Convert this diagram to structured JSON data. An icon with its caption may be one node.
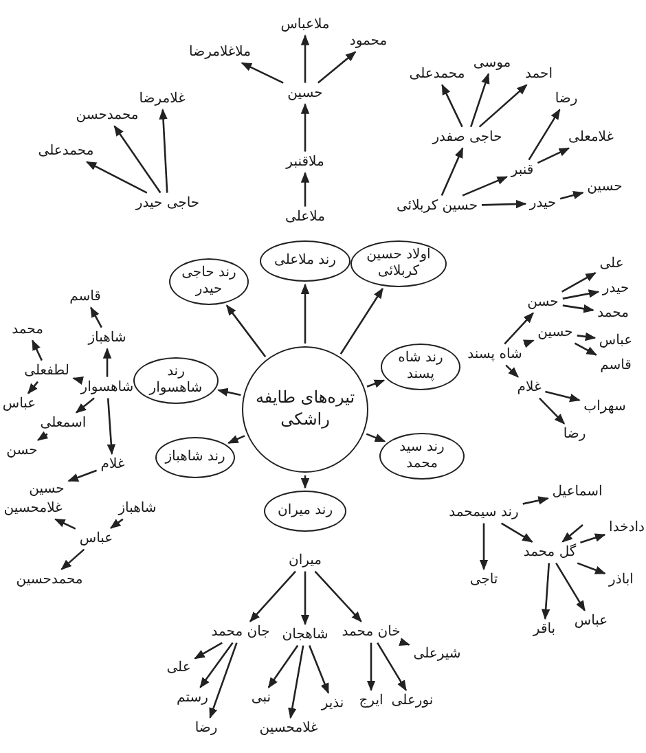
{
  "diagram": {
    "nodes": [
      {
        "text": [
          "تیره‌های طایفه راشکی"
        ]
      },
      {
        "text": [
          "رند حاجی حیدر"
        ]
      },
      {
        "text": [
          "رند ملاعلی"
        ]
      },
      {
        "text": [
          "اولاد حسین کربلائی"
        ]
      },
      {
        "text": [
          "رند شاه پسند"
        ]
      },
      {
        "text": [
          "رند سید محمد"
        ]
      },
      {
        "text": [
          "رند میران"
        ]
      },
      {
        "text": [
          "رند شاهباز"
        ]
      },
      {
        "text": [
          "رند شاهسوار"
        ]
      },
      {
        "text": [
          "ملاعلی"
        ]
      },
      {
        "text": [
          "ملاقنبر"
        ]
      },
      {
        "text": [
          "حسین"
        ]
      },
      {
        "text": [
          "ملاعباس"
        ]
      },
      {
        "text": [
          "ملاغلامرضا"
        ]
      },
      {
        "text": [
          "محمود"
        ]
      },
      {
        "text": [
          "حاجی حیدر"
        ]
      },
      {
        "text": [
          "محمدعلی"
        ]
      },
      {
        "text": [
          "محمدحسن"
        ]
      },
      {
        "text": [
          "غلامرضا"
        ]
      },
      {
        "text": [
          "حسین کربلائی"
        ]
      },
      {
        "text": [
          "حاجی صفدر"
        ]
      },
      {
        "text": [
          "محمدعلی"
        ]
      },
      {
        "text": [
          "موسی"
        ]
      },
      {
        "text": [
          "احمد"
        ]
      },
      {
        "text": [
          "قنبر"
        ]
      },
      {
        "text": [
          "غلامعلی"
        ]
      },
      {
        "text": [
          "رضا"
        ]
      },
      {
        "text": [
          "حیدر"
        ]
      },
      {
        "text": [
          "حسین"
        ]
      },
      {
        "text": [
          "شاه پسند"
        ]
      },
      {
        "text": [
          "حسن"
        ]
      },
      {
        "text": [
          "علی"
        ]
      },
      {
        "text": [
          "حیدر"
        ]
      },
      {
        "text": [
          "محمد"
        ]
      },
      {
        "text": [
          "حسین"
        ]
      },
      {
        "text": [
          "عباس"
        ]
      },
      {
        "text": [
          "قاسم"
        ]
      },
      {
        "text": [
          "غلام"
        ]
      },
      {
        "text": [
          "سهراب"
        ]
      },
      {
        "text": [
          "رضا"
        ]
      },
      {
        "text": [
          "رند سیمحمد"
        ]
      },
      {
        "text": [
          "اسماعیل"
        ]
      },
      {
        "text": [
          "تاجی"
        ]
      },
      {
        "text": [
          "گل محمد"
        ]
      },
      {
        "text": [
          "دادخدا"
        ]
      },
      {
        "text": [
          "اباذر"
        ]
      },
      {
        "text": [
          "باقر"
        ]
      },
      {
        "text": [
          "عباس"
        ]
      },
      {
        "text": [
          "میران"
        ]
      },
      {
        "text": [
          "جان محمد"
        ]
      },
      {
        "text": [
          "شاهجان"
        ]
      },
      {
        "text": [
          "خان محمد"
        ]
      },
      {
        "text": [
          "علی"
        ]
      },
      {
        "text": [
          "رستم"
        ]
      },
      {
        "text": [
          "رضا"
        ]
      },
      {
        "text": [
          "نبی"
        ]
      },
      {
        "text": [
          "غلامحسین"
        ]
      },
      {
        "text": [
          "نذیر"
        ]
      },
      {
        "text": [
          "شیرعلی"
        ]
      },
      {
        "text": [
          "ایرج"
        ]
      },
      {
        "text": [
          "نورعلی"
        ]
      },
      {
        "text": [
          "شاهباز"
        ]
      },
      {
        "text": [
          "عباس"
        ]
      },
      {
        "text": [
          "غلامحسین"
        ]
      },
      {
        "text": [
          "محمدحسین"
        ]
      },
      {
        "text": [
          "شاهسوار"
        ]
      },
      {
        "text": [
          "شاهباز"
        ]
      },
      {
        "text": [
          "قاسم"
        ]
      },
      {
        "text": [
          "لطفعلی"
        ]
      },
      {
        "text": [
          "محمد"
        ]
      },
      {
        "text": [
          "عباس"
        ]
      },
      {
        "text": [
          "اسمعلی"
        ]
      },
      {
        "text": [
          "حسن"
        ]
      },
      {
        "text": [
          "غلام"
        ]
      },
      {
        "text": [
          "حسین"
        ]
      }
    ],
    "edges": [
      {
        "from": 0,
        "to": 1,
        "arrow": "to"
      },
      {
        "from": 0,
        "to": 2,
        "arrow": "to"
      },
      {
        "from": 0,
        "to": 3,
        "arrow": "to"
      },
      {
        "from": 0,
        "to": 4,
        "arrow": "to"
      },
      {
        "from": 0,
        "to": 5,
        "arrow": "to"
      },
      {
        "from": 0,
        "to": 6,
        "arrow": "to"
      },
      {
        "from": 0,
        "to": 7,
        "arrow": "to"
      },
      {
        "from": 0,
        "to": 8,
        "arrow": "to"
      },
      {
        "from": 9,
        "to": 10,
        "arrow": "to"
      },
      {
        "from": 10,
        "to": 11,
        "arrow": "to"
      },
      {
        "from": 11,
        "to": 12,
        "arrow": "to"
      },
      {
        "from": 11,
        "to": 13,
        "arrow": "to"
      },
      {
        "from": 11,
        "to": 14,
        "arrow": "to"
      },
      {
        "from": 15,
        "to": 16,
        "arrow": "to"
      },
      {
        "from": 15,
        "to": 17,
        "arrow": "to"
      },
      {
        "from": 15,
        "to": 18,
        "arrow": "to"
      },
      {
        "from": 19,
        "to": 20,
        "arrow": "to"
      },
      {
        "from": 20,
        "to": 21,
        "arrow": "to"
      },
      {
        "from": 20,
        "to": 22,
        "arrow": "to"
      },
      {
        "from": 20,
        "to": 23,
        "arrow": "to"
      },
      {
        "from": 19,
        "to": 24,
        "arrow": "to"
      },
      {
        "from": 24,
        "to": 25,
        "arrow": "to"
      },
      {
        "from": 24,
        "to": 26,
        "arrow": "to"
      },
      {
        "from": 19,
        "to": 27,
        "arrow": "to"
      },
      {
        "from": 27,
        "to": 28,
        "arrow": "to"
      },
      {
        "from": 29,
        "to": 30,
        "arrow": "to"
      },
      {
        "from": 30,
        "to": 31,
        "arrow": "to"
      },
      {
        "from": 30,
        "to": 32,
        "arrow": "to"
      },
      {
        "from": 30,
        "to": 33,
        "arrow": "to"
      },
      {
        "from": 29,
        "to": 34,
        "arrow": "to"
      },
      {
        "from": 34,
        "to": 35,
        "arrow": "to"
      },
      {
        "from": 34,
        "to": 36,
        "arrow": "to"
      },
      {
        "from": 29,
        "to": 37,
        "arrow": "to"
      },
      {
        "from": 37,
        "to": 38,
        "arrow": "to"
      },
      {
        "from": 37,
        "to": 39,
        "arrow": "to"
      },
      {
        "from": 40,
        "to": 41,
        "arrow": "to"
      },
      {
        "from": 40,
        "to": 42,
        "arrow": "to"
      },
      {
        "from": 40,
        "to": 43,
        "arrow": "to"
      },
      {
        "from": null,
        "to": 43,
        "arrow": "to"
      },
      {
        "from": 43,
        "to": 44,
        "arrow": "to"
      },
      {
        "from": 43,
        "to": 45,
        "arrow": "to"
      },
      {
        "from": 43,
        "to": 46,
        "arrow": "to"
      },
      {
        "from": 43,
        "to": 47,
        "arrow": "to"
      },
      {
        "from": 48,
        "to": 49,
        "arrow": "to"
      },
      {
        "from": 48,
        "to": 50,
        "arrow": "to"
      },
      {
        "from": 48,
        "to": 51,
        "arrow": "to"
      },
      {
        "from": 49,
        "to": 52,
        "arrow": "to"
      },
      {
        "from": 49,
        "to": 53,
        "arrow": "to"
      },
      {
        "from": 49,
        "to": 54,
        "arrow": "to"
      },
      {
        "from": 50,
        "to": 55,
        "arrow": "to"
      },
      {
        "from": 50,
        "to": 56,
        "arrow": "to"
      },
      {
        "from": 50,
        "to": 57,
        "arrow": "to"
      },
      {
        "from": 51,
        "to": 58,
        "arrow": "to"
      },
      {
        "from": 51,
        "to": 59,
        "arrow": "to"
      },
      {
        "from": 51,
        "to": 60,
        "arrow": "to"
      },
      {
        "from": 61,
        "to": 62,
        "arrow": "to"
      },
      {
        "from": 62,
        "to": 63,
        "arrow": "to"
      },
      {
        "from": 62,
        "to": 64,
        "arrow": "to"
      },
      {
        "from": 65,
        "to": 66,
        "arrow": "to"
      },
      {
        "from": 66,
        "to": 67,
        "arrow": "to"
      },
      {
        "from": 65,
        "to": 68,
        "arrow": "to"
      },
      {
        "from": 68,
        "to": 69,
        "arrow": "to"
      },
      {
        "from": 68,
        "to": 70,
        "arrow": "to"
      },
      {
        "from": 65,
        "to": 71,
        "arrow": "to"
      },
      {
        "from": 71,
        "to": 72,
        "arrow": "to"
      },
      {
        "from": 65,
        "to": 73,
        "arrow": "to"
      },
      {
        "from": 73,
        "to": 74,
        "arrow": "to"
      }
    ]
  }
}
